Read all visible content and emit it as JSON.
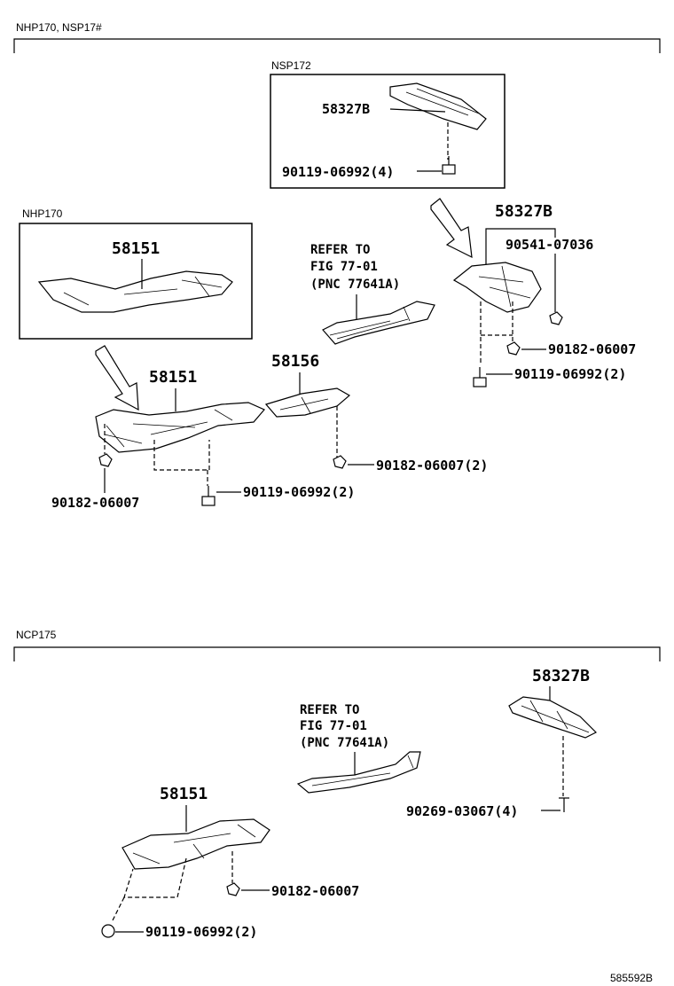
{
  "sections": {
    "top_label": "NHP170, NSP17#",
    "bottom_label": "NCP175",
    "box_nsp172_label": "NSP172",
    "box_nhp170_label": "NHP170"
  },
  "labels": {
    "p58327b_box": "58327B",
    "bolt_box": "90119-06992(4)",
    "p58151_box": "58151",
    "ref_a_line1": "REFER TO",
    "ref_a_line2": "FIG 77-01",
    "ref_a_line3": "(PNC 77641A)",
    "p58327b_top": "58327B",
    "p90541": "90541-07036",
    "p90182_top_right": "90182-06007",
    "p90119_top_right": "90119-06992(2)",
    "p58156": "58156",
    "p58151_top": "58151",
    "p90182_mid": "90182-06007(2)",
    "p90182_left": "90182-06007",
    "p90119_mid": "90119-06992(2)",
    "p58327b_bottom": "58327B",
    "ref_b_line1": "REFER TO",
    "ref_b_line2": "FIG 77-01",
    "ref_b_line3": "(PNC 77641A)",
    "p90269": "90269-03067(4)",
    "p58151_bottom": "58151",
    "p90182_bottom": "90182-06007",
    "p90119_bottom": "90119-06992(2)",
    "figure_id": "585592B"
  }
}
